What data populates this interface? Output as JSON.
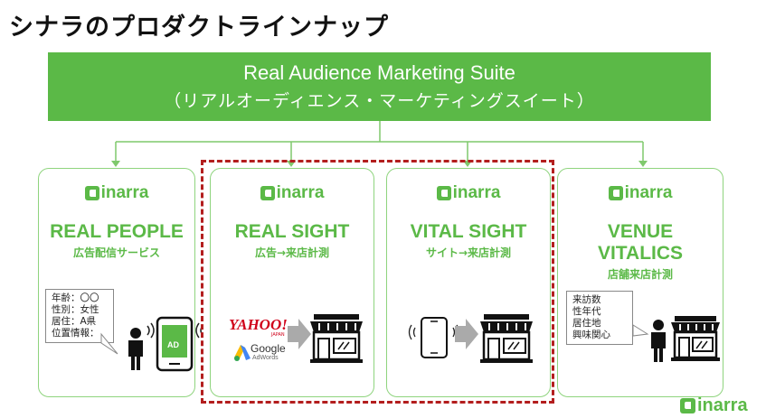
{
  "page_title": "シナラのプロダクトラインナップ",
  "suite": {
    "name": "Real Audience Marketing Suite",
    "sub": "（リアルオーディエンス・マーケティングスイート）"
  },
  "brand": "inarra",
  "products": [
    {
      "name": "REAL PEOPLE",
      "name2": "",
      "sub": "広告配信サービス"
    },
    {
      "name": "REAL SIGHT",
      "name2": "",
      "sub": "広告→来店計測"
    },
    {
      "name": "VITAL SIGHT",
      "name2": "",
      "sub": "サイト→来店計測"
    },
    {
      "name": "VENUE",
      "name2": "VITALICS",
      "sub": "店舗来店計測"
    }
  ],
  "bubble_people": [
    "年齢：〇〇",
    "性別：女性",
    "居住：A県",
    "位置情報："
  ],
  "bubble_venue": [
    "来訪数",
    "性年代",
    "居住地",
    "興味関心"
  ],
  "ad_label": "AD",
  "yahoo": {
    "logo": "YAHOO!",
    "sub": "JAPAN"
  },
  "google": {
    "logo": "Google",
    "sub": "AdWords"
  },
  "colors": {
    "brand_green": "#5bb947",
    "card_border": "#8fd47e",
    "highlight_dash": "#b31e1e"
  }
}
